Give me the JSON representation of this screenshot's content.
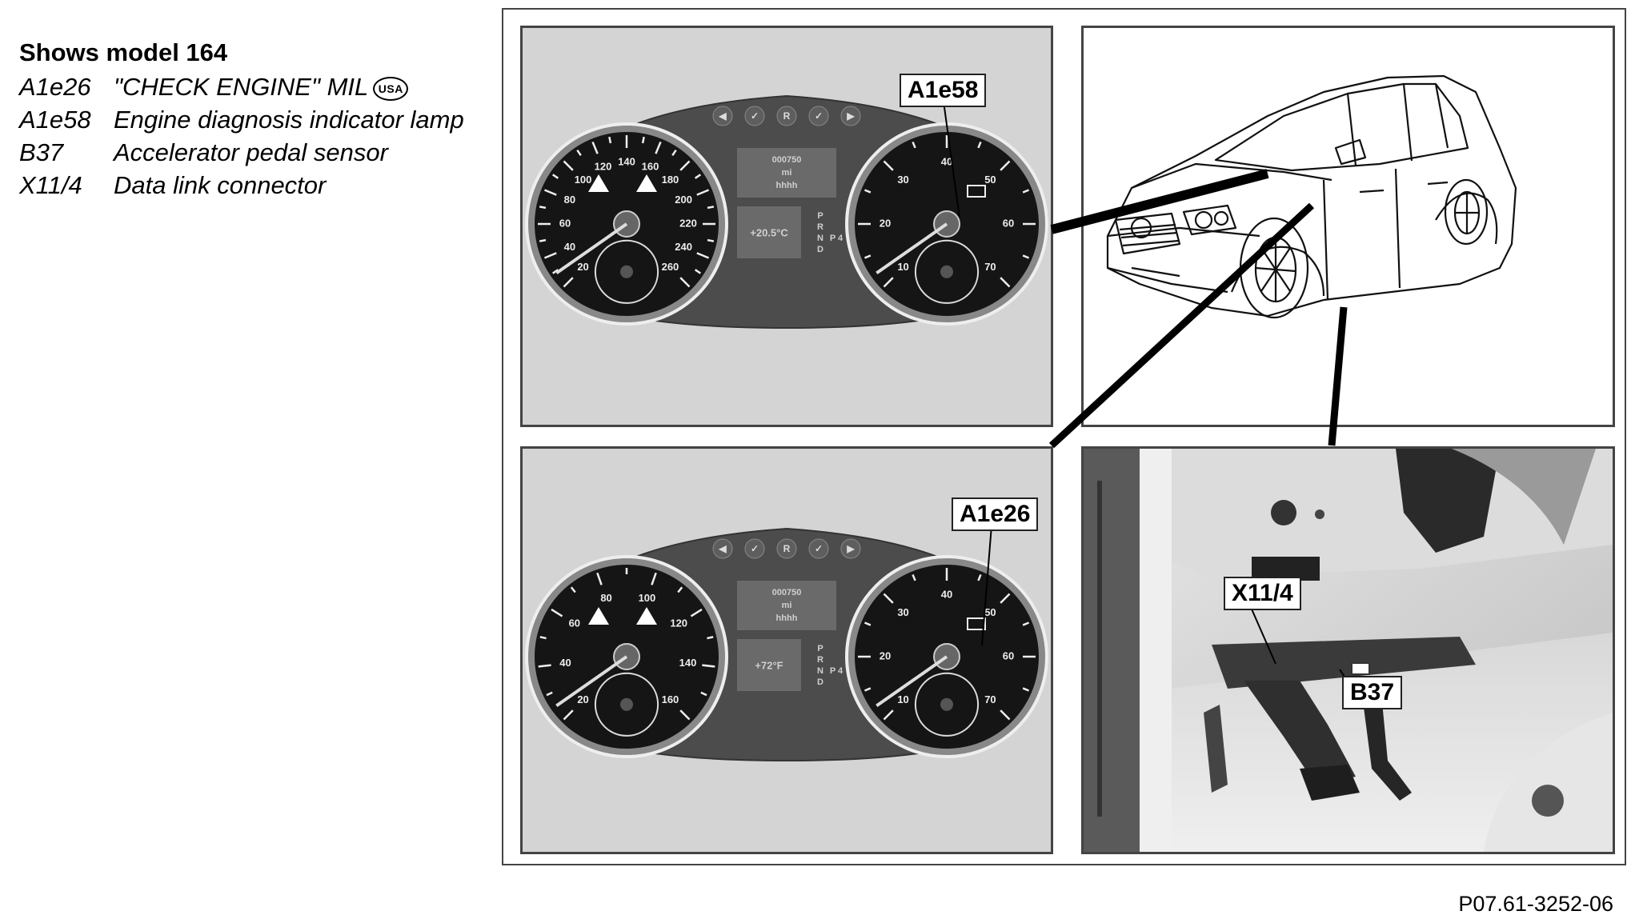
{
  "legend": {
    "title": "Shows model 164",
    "items": [
      {
        "code": "A1e26",
        "desc": "\"CHECK ENGINE\" MIL",
        "badge": "USA"
      },
      {
        "code": "A1e58",
        "desc": "Engine diagnosis indicator lamp"
      },
      {
        "code": "B37",
        "desc": "Accelerator pedal sensor"
      },
      {
        "code": "X11/4",
        "desc": "Data link connector"
      }
    ]
  },
  "callouts": {
    "a1e58": "A1e58",
    "a1e26": "A1e26",
    "x11_4": "X11/4",
    "b37": "B37"
  },
  "figure_code": "P07.61-3252-06",
  "clusters": {
    "top": {
      "speedo_ticks": [
        "20",
        "40",
        "60",
        "80",
        "100",
        "120",
        "140",
        "160",
        "180",
        "200",
        "220",
        "240",
        "260"
      ],
      "tacho_ticks": [
        "10",
        "20",
        "30",
        "40",
        "50",
        "60",
        "70"
      ],
      "odometer": [
        "000750",
        "mi",
        "hhhh"
      ],
      "temp": "+20.5°C",
      "gear": [
        "P",
        "R",
        "N",
        "D"
      ],
      "gear_sel": "P 4"
    },
    "bottom": {
      "speedo_ticks": [
        "20",
        "40",
        "60",
        "80",
        "100",
        "120",
        "140",
        "160"
      ],
      "tacho_ticks": [
        "10",
        "20",
        "30",
        "40",
        "50",
        "60",
        "70"
      ],
      "odometer": [
        "000750",
        "mi",
        "hhhh"
      ],
      "temp": "+72°F",
      "gear": [
        "P",
        "R",
        "N",
        "D"
      ],
      "gear_sel": "P 4"
    }
  }
}
